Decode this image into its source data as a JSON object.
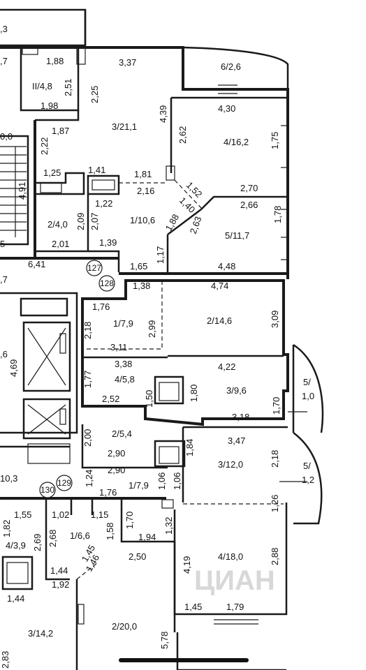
{
  "rooms": [
    {
      "id": "r1",
      "text": ",3"
    },
    {
      "id": "r2",
      "text": ",7"
    },
    {
      "id": "r3",
      "text": "1,88"
    },
    {
      "id": "r4",
      "text": "II/4,8"
    },
    {
      "id": "r5",
      "text": "2,51"
    },
    {
      "id": "r6",
      "text": "1,98"
    },
    {
      "id": "r7",
      "text": "3,37"
    },
    {
      "id": "r8",
      "text": "6/2,6"
    },
    {
      "id": "r9",
      "text": "2,25"
    },
    {
      "id": "r10",
      "text": "4,39"
    },
    {
      "id": "r11",
      "text": "4,30"
    },
    {
      "id": "r12",
      "text": "3/21,1"
    },
    {
      "id": "r13",
      "text": "2,62"
    },
    {
      "id": "r14",
      "text": "4/16,2"
    },
    {
      "id": "r15",
      "text": "1,75"
    },
    {
      "id": "r16",
      "text": "1,87"
    },
    {
      "id": "r17",
      "text": "2,22"
    },
    {
      "id": "r18",
      "text": "1,25"
    },
    {
      "id": "r19",
      "text": "1,41"
    },
    {
      "id": "r20",
      "text": "1,81"
    },
    {
      "id": "r21",
      "text": "2,16"
    },
    {
      "id": "r22",
      "text": "1,52"
    },
    {
      "id": "r23",
      "text": "2,70"
    },
    {
      "id": "r24",
      "text": "1,40"
    },
    {
      "id": "r25",
      "text": "2,66"
    },
    {
      "id": "r26",
      "text": "4,91"
    },
    {
      "id": "r27",
      "text": "1,22"
    },
    {
      "id": "r28",
      "text": "2/4,0"
    },
    {
      "id": "r29",
      "text": "2,09"
    },
    {
      "id": "r30",
      "text": "2,07"
    },
    {
      "id": "r31",
      "text": "1/10,6"
    },
    {
      "id": "r32",
      "text": "1,88"
    },
    {
      "id": "r33",
      "text": "2,63"
    },
    {
      "id": "r34",
      "text": "1,78"
    },
    {
      "id": "r35",
      "text": "5/11,7"
    },
    {
      "id": "r36",
      "text": "2,01"
    },
    {
      "id": "r37",
      "text": "1,39"
    },
    {
      "id": "r38",
      "text": "1,17"
    },
    {
      "id": "r39",
      "text": "6,41"
    },
    {
      "id": "r40",
      "text": "1,65"
    },
    {
      "id": "r41",
      "text": "4,48"
    },
    {
      "id": "r42",
      "text": ",7"
    },
    {
      "id": "r43",
      "text": "1,38"
    },
    {
      "id": "r44",
      "text": "4,74"
    },
    {
      "id": "r45",
      "text": "1,76"
    },
    {
      "id": "r46",
      "text": "2,18"
    },
    {
      "id": "r47",
      "text": "1/7,9"
    },
    {
      "id": "r48",
      "text": "2,99"
    },
    {
      "id": "r49",
      "text": "2/14,6"
    },
    {
      "id": "r50",
      "text": "3,09"
    },
    {
      "id": "r51",
      "text": ",6"
    },
    {
      "id": "r52",
      "text": "3,11"
    },
    {
      "id": "r53",
      "text": "3,38"
    },
    {
      "id": "r54",
      "text": "4,22"
    },
    {
      "id": "r55",
      "text": "4/5,8"
    },
    {
      "id": "r56",
      "text": "1,77"
    },
    {
      "id": "r57",
      "text": "4,69"
    },
    {
      "id": "r58",
      "text": "1,80"
    },
    {
      "id": "r59",
      "text": "3/9,6"
    },
    {
      "id": "r60",
      "text": "1,50"
    },
    {
      "id": "r61",
      "text": "2,52"
    },
    {
      "id": "r62",
      "text": "1,70"
    },
    {
      "id": "r63",
      "text": "3,18"
    },
    {
      "id": "r64",
      "text": "2,00"
    },
    {
      "id": "r65",
      "text": "2/5,4"
    },
    {
      "id": "r66",
      "text": "1,84"
    },
    {
      "id": "r67",
      "text": "3,47"
    },
    {
      "id": "r68",
      "text": "2,18"
    },
    {
      "id": "r69",
      "text": "2,90"
    },
    {
      "id": "r70",
      "text": "2,90"
    },
    {
      "id": "r71",
      "text": "3/12,0"
    },
    {
      "id": "r72",
      "text": "10,3"
    },
    {
      "id": "r73",
      "text": "1,24"
    },
    {
      "id": "r74",
      "text": "1,06"
    },
    {
      "id": "r75",
      "text": "1,06"
    },
    {
      "id": "r76",
      "text": "1/7,9"
    },
    {
      "id": "r77",
      "text": "1,76"
    },
    {
      "id": "r78",
      "text": "1,26"
    },
    {
      "id": "r79",
      "text": "1,55"
    },
    {
      "id": "r80",
      "text": "1,02"
    },
    {
      "id": "r81",
      "text": "1,15"
    },
    {
      "id": "r82",
      "text": "1,82"
    },
    {
      "id": "r83",
      "text": "1,70"
    },
    {
      "id": "r84",
      "text": "1,32"
    },
    {
      "id": "r85",
      "text": "2,69"
    },
    {
      "id": "r86",
      "text": "2,68"
    },
    {
      "id": "r87",
      "text": "1/6,6"
    },
    {
      "id": "r88",
      "text": "1,58"
    },
    {
      "id": "r89",
      "text": "4/3,9"
    },
    {
      "id": "r90",
      "text": "1,94"
    },
    {
      "id": "r91",
      "text": "2,50"
    },
    {
      "id": "r92",
      "text": "4,19"
    },
    {
      "id": "r93",
      "text": "4/18,0"
    },
    {
      "id": "r94",
      "text": "2,88"
    },
    {
      "id": "r95",
      "text": "1,44"
    },
    {
      "id": "r96",
      "text": "1,45"
    },
    {
      "id": "r97",
      "text": "1,92"
    },
    {
      "id": "r98",
      "text": "1,46"
    },
    {
      "id": "r99",
      "text": "1,44"
    },
    {
      "id": "r100",
      "text": "1,45"
    },
    {
      "id": "r101",
      "text": "1,79"
    },
    {
      "id": "r102",
      "text": "3/14,2"
    },
    {
      "id": "r103",
      "text": "2/20,0"
    },
    {
      "id": "r104",
      "text": "5,78"
    },
    {
      "id": "r105",
      "text": "2,83"
    },
    {
      "id": "r106",
      "text": "0,0"
    },
    {
      "id": "r107",
      "text": "5"
    }
  ],
  "balconies": [
    {
      "id": "b1",
      "line1": "5/",
      "line2": "1,0"
    },
    {
      "id": "b2",
      "line1": "5/",
      "line2": "1,2"
    }
  ],
  "markers": [
    {
      "id": "m127",
      "text": "127"
    },
    {
      "id": "m128",
      "text": "128"
    },
    {
      "id": "m129",
      "text": "129"
    },
    {
      "id": "m130",
      "text": "130"
    }
  ],
  "watermark": "ЦИАН",
  "colors": {
    "wall": "#1a1a1a",
    "outline": "#000000",
    "background": "#ffffff",
    "watermark": "#d8d8d8"
  }
}
